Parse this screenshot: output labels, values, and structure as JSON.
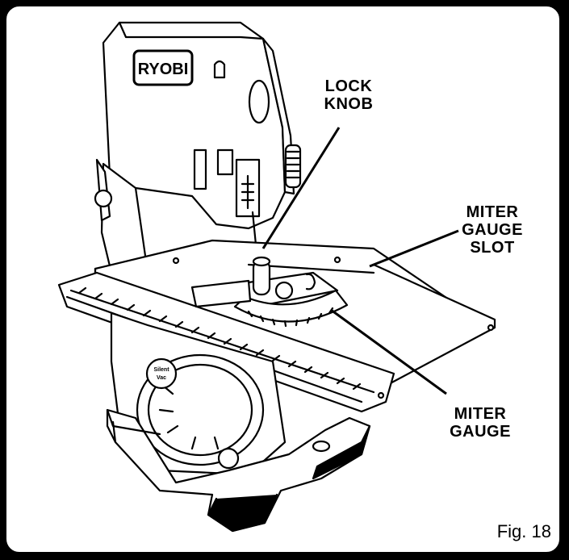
{
  "brand": "RYOBI",
  "badge": "Silent Vac",
  "labels": {
    "lock_knob": [
      "LOCK",
      "KNOB"
    ],
    "miter_gauge_slot": [
      "MITER",
      "GAUGE",
      "SLOT"
    ],
    "miter_gauge": [
      "MITER",
      "GAUGE"
    ]
  },
  "figure_caption": "Fig. 18"
}
